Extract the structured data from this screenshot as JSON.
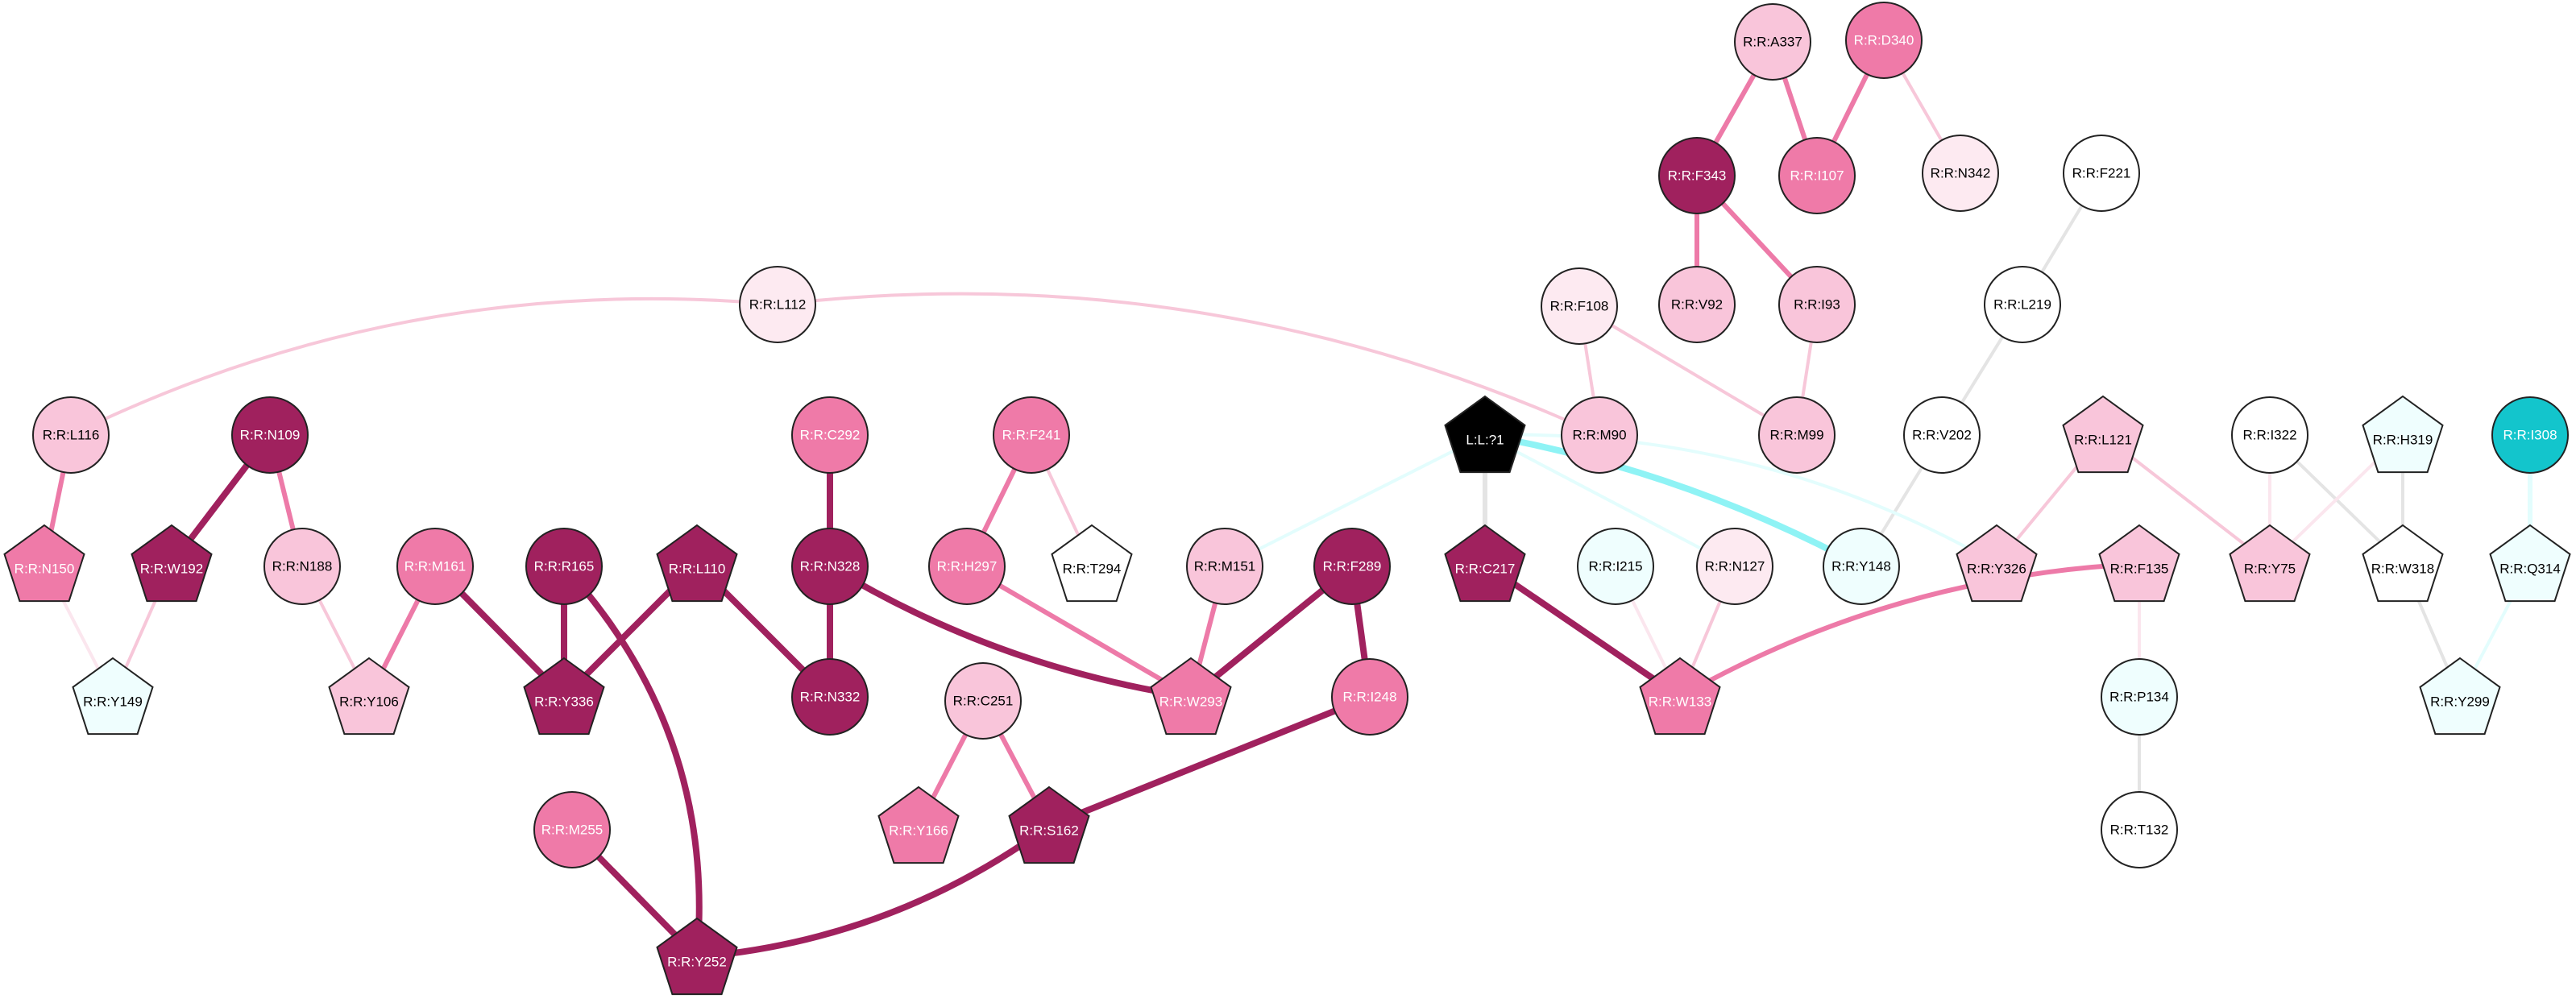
{
  "palette": {
    "dark": "#a0215e",
    "mid": "#ef7aa8",
    "light": "#f9c5da",
    "pale": "#fdeaf1",
    "white": "#ffffff",
    "cyanPale": "#effefe",
    "cyan": "#13c5cc",
    "black": "#000000",
    "edgeDark": "#a0215e",
    "edgeMid": "#ed7aa8",
    "edgeLight": "#f7c7d9",
    "edgePale": "#fbe6ee",
    "edgeGray": "#e4e4e4",
    "edgeCyan": "#8ff3f5",
    "edgeCyanPale": "#e3fdfd"
  },
  "nodes": [
    {
      "id": "R:R:A337",
      "label": "R:R:A337",
      "shape": "circle",
      "fill": "light"
    },
    {
      "id": "R:R:D340",
      "label": "R:R:D340",
      "shape": "circle",
      "fill": "mid"
    },
    {
      "id": "R:R:F343",
      "label": "R:R:F343",
      "shape": "circle",
      "fill": "dark"
    },
    {
      "id": "R:R:I107",
      "label": "R:R:I107",
      "shape": "circle",
      "fill": "mid"
    },
    {
      "id": "R:R:N342",
      "label": "R:R:N342",
      "shape": "circle",
      "fill": "pale"
    },
    {
      "id": "R:R:F221",
      "label": "R:R:F221",
      "shape": "circle",
      "fill": "white"
    },
    {
      "id": "R:R:L112",
      "label": "R:R:L112",
      "shape": "circle",
      "fill": "pale"
    },
    {
      "id": "R:R:F108",
      "label": "R:R:F108",
      "shape": "circle",
      "fill": "pale"
    },
    {
      "id": "R:R:V92",
      "label": "R:R:V92",
      "shape": "circle",
      "fill": "light"
    },
    {
      "id": "R:R:I93",
      "label": "R:R:I93",
      "shape": "circle",
      "fill": "light"
    },
    {
      "id": "R:R:L219",
      "label": "R:R:L219",
      "shape": "circle",
      "fill": "white"
    },
    {
      "id": "R:R:L116",
      "label": "R:R:L116",
      "shape": "circle",
      "fill": "light"
    },
    {
      "id": "R:R:N109",
      "label": "R:R:N109",
      "shape": "circle",
      "fill": "dark"
    },
    {
      "id": "R:R:C292",
      "label": "R:R:C292",
      "shape": "circle",
      "fill": "mid"
    },
    {
      "id": "R:R:F241",
      "label": "R:R:F241",
      "shape": "circle",
      "fill": "mid"
    },
    {
      "id": "L:L:?1",
      "label": "L:L:?1",
      "shape": "pentagon",
      "fill": "black"
    },
    {
      "id": "R:R:M90",
      "label": "R:R:M90",
      "shape": "circle",
      "fill": "light"
    },
    {
      "id": "R:R:M99",
      "label": "R:R:M99",
      "shape": "circle",
      "fill": "light"
    },
    {
      "id": "R:R:V202",
      "label": "R:R:V202",
      "shape": "circle",
      "fill": "white"
    },
    {
      "id": "R:R:L121",
      "label": "R:R:L121",
      "shape": "pentagon",
      "fill": "light"
    },
    {
      "id": "R:R:I322",
      "label": "R:R:I322",
      "shape": "circle",
      "fill": "white"
    },
    {
      "id": "R:R:H319",
      "label": "R:R:H319",
      "shape": "pentagon",
      "fill": "cyanPale"
    },
    {
      "id": "R:R:I308",
      "label": "R:R:I308",
      "shape": "circle",
      "fill": "cyan"
    },
    {
      "id": "R:R:N150",
      "label": "R:R:N150",
      "shape": "pentagon",
      "fill": "mid"
    },
    {
      "id": "R:R:W192",
      "label": "R:R:W192",
      "shape": "pentagon",
      "fill": "dark"
    },
    {
      "id": "R:R:N188",
      "label": "R:R:N188",
      "shape": "circle",
      "fill": "light"
    },
    {
      "id": "R:R:M161",
      "label": "R:R:M161",
      "shape": "circle",
      "fill": "mid"
    },
    {
      "id": "R:R:R165",
      "label": "R:R:R165",
      "shape": "circle",
      "fill": "dark"
    },
    {
      "id": "R:R:L110",
      "label": "R:R:L110",
      "shape": "pentagon",
      "fill": "dark"
    },
    {
      "id": "R:R:N328",
      "label": "R:R:N328",
      "shape": "circle",
      "fill": "dark"
    },
    {
      "id": "R:R:H297",
      "label": "R:R:H297",
      "shape": "circle",
      "fill": "mid"
    },
    {
      "id": "R:R:T294",
      "label": "R:R:T294",
      "shape": "pentagon",
      "fill": "white"
    },
    {
      "id": "R:R:M151",
      "label": "R:R:M151",
      "shape": "circle",
      "fill": "light"
    },
    {
      "id": "R:R:F289",
      "label": "R:R:F289",
      "shape": "circle",
      "fill": "dark"
    },
    {
      "id": "R:R:C217",
      "label": "R:R:C217",
      "shape": "pentagon",
      "fill": "dark"
    },
    {
      "id": "R:R:I215",
      "label": "R:R:I215",
      "shape": "circle",
      "fill": "cyanPale"
    },
    {
      "id": "R:R:N127",
      "label": "R:R:N127",
      "shape": "circle",
      "fill": "pale"
    },
    {
      "id": "R:R:Y148",
      "label": "R:R:Y148",
      "shape": "circle",
      "fill": "cyanPale"
    },
    {
      "id": "R:R:Y326",
      "label": "R:R:Y326",
      "shape": "pentagon",
      "fill": "light"
    },
    {
      "id": "R:R:F135",
      "label": "R:R:F135",
      "shape": "pentagon",
      "fill": "light"
    },
    {
      "id": "R:R:Y75",
      "label": "R:R:Y75",
      "shape": "pentagon",
      "fill": "light"
    },
    {
      "id": "R:R:W318",
      "label": "R:R:W318",
      "shape": "pentagon",
      "fill": "white"
    },
    {
      "id": "R:R:Q314",
      "label": "R:R:Q314",
      "shape": "pentagon",
      "fill": "cyanPale"
    },
    {
      "id": "R:R:Y149",
      "label": "R:R:Y149",
      "shape": "pentagon",
      "fill": "cyanPale"
    },
    {
      "id": "R:R:Y106",
      "label": "R:R:Y106",
      "shape": "pentagon",
      "fill": "light"
    },
    {
      "id": "R:R:Y336",
      "label": "R:R:Y336",
      "shape": "pentagon",
      "fill": "dark"
    },
    {
      "id": "R:R:N332",
      "label": "R:R:N332",
      "shape": "circle",
      "fill": "dark"
    },
    {
      "id": "R:R:C251",
      "label": "R:R:C251",
      "shape": "circle",
      "fill": "light"
    },
    {
      "id": "R:R:W293",
      "label": "R:R:W293",
      "shape": "pentagon",
      "fill": "mid"
    },
    {
      "id": "R:R:I248",
      "label": "R:R:I248",
      "shape": "circle",
      "fill": "mid"
    },
    {
      "id": "R:R:W133",
      "label": "R:R:W133",
      "shape": "pentagon",
      "fill": "mid"
    },
    {
      "id": "R:R:P134",
      "label": "R:R:P134",
      "shape": "circle",
      "fill": "cyanPale"
    },
    {
      "id": "R:R:Y299",
      "label": "R:R:Y299",
      "shape": "pentagon",
      "fill": "cyanPale"
    },
    {
      "id": "R:R:Y166",
      "label": "R:R:Y166",
      "shape": "pentagon",
      "fill": "mid"
    },
    {
      "id": "R:R:S162",
      "label": "R:R:S162",
      "shape": "pentagon",
      "fill": "dark"
    },
    {
      "id": "R:R:M255",
      "label": "R:R:M255",
      "shape": "circle",
      "fill": "mid"
    },
    {
      "id": "R:R:T132",
      "label": "R:R:T132",
      "shape": "circle",
      "fill": "white"
    },
    {
      "id": "R:R:Y252",
      "label": "R:R:Y252",
      "shape": "pentagon",
      "fill": "dark"
    }
  ],
  "edges": [
    {
      "from": "R:R:A337",
      "to": "R:R:F343",
      "color": "edgeMid",
      "weight": 3
    },
    {
      "from": "R:R:A337",
      "to": "R:R:I107",
      "color": "edgeMid",
      "weight": 3
    },
    {
      "from": "R:R:D340",
      "to": "R:R:I107",
      "color": "edgeMid",
      "weight": 3
    },
    {
      "from": "R:R:D340",
      "to": "R:R:N342",
      "color": "edgeLight",
      "weight": 2
    },
    {
      "from": "R:R:F343",
      "to": "R:R:V92",
      "color": "edgeMid",
      "weight": 3
    },
    {
      "from": "R:R:F343",
      "to": "R:R:I93",
      "color": "edgeMid",
      "weight": 3
    },
    {
      "from": "R:R:I93",
      "to": "R:R:M99",
      "color": "edgeLight",
      "weight": 2
    },
    {
      "from": "R:R:F108",
      "to": "R:R:M90",
      "color": "edgeLight",
      "weight": 2
    },
    {
      "from": "R:R:F108",
      "to": "R:R:M99",
      "color": "edgeLight",
      "weight": 2
    },
    {
      "from": "R:R:F221",
      "to": "R:R:L219",
      "color": "edgeGray",
      "weight": 2
    },
    {
      "from": "R:R:L219",
      "to": "R:R:V202",
      "color": "edgeGray",
      "weight": 2
    },
    {
      "from": "R:R:V202",
      "to": "R:R:Y148",
      "color": "edgeGray",
      "weight": 2
    },
    {
      "from": "R:R:L112",
      "to": "R:R:L116",
      "color": "edgeLight",
      "weight": 2,
      "curve": 14
    },
    {
      "from": "R:R:L112",
      "to": "R:R:M90",
      "color": "edgeLight",
      "weight": 2,
      "curve": -14
    },
    {
      "from": "R:R:L116",
      "to": "R:R:N150",
      "color": "edgeMid",
      "weight": 3
    },
    {
      "from": "R:R:N150",
      "to": "R:R:Y149",
      "color": "edgePale",
      "weight": 2
    },
    {
      "from": "R:R:N109",
      "to": "R:R:W192",
      "color": "edgeDark",
      "weight": 4
    },
    {
      "from": "R:R:N109",
      "to": "R:R:N188",
      "color": "edgeMid",
      "weight": 3
    },
    {
      "from": "R:R:W192",
      "to": "R:R:Y149",
      "color": "edgeLight",
      "weight": 2
    },
    {
      "from": "R:R:N188",
      "to": "R:R:Y106",
      "color": "edgeLight",
      "weight": 2
    },
    {
      "from": "R:R:M161",
      "to": "R:R:Y106",
      "color": "edgeMid",
      "weight": 3
    },
    {
      "from": "R:R:M161",
      "to": "R:R:Y336",
      "color": "edgeDark",
      "weight": 4
    },
    {
      "from": "R:R:R165",
      "to": "R:R:Y336",
      "color": "edgeDark",
      "weight": 4
    },
    {
      "from": "R:R:L110",
      "to": "R:R:Y336",
      "color": "edgeDark",
      "weight": 4
    },
    {
      "from": "R:R:L110",
      "to": "R:R:N332",
      "color": "edgeDark",
      "weight": 4
    },
    {
      "from": "R:R:R165",
      "to": "R:R:Y252",
      "color": "edgeDark",
      "weight": 4,
      "curve": -22
    },
    {
      "from": "R:R:C292",
      "to": "R:R:N328",
      "color": "edgeDark",
      "weight": 4
    },
    {
      "from": "R:R:N328",
      "to": "R:R:N332",
      "color": "edgeDark",
      "weight": 4
    },
    {
      "from": "R:R:N328",
      "to": "R:R:W293",
      "color": "edgeDark",
      "weight": 4,
      "curve": 10
    },
    {
      "from": "R:R:F241",
      "to": "R:R:H297",
      "color": "edgeMid",
      "weight": 3
    },
    {
      "from": "R:R:F241",
      "to": "R:R:T294",
      "color": "edgeLight",
      "weight": 2
    },
    {
      "from": "R:R:H297",
      "to": "R:R:W293",
      "color": "edgeMid",
      "weight": 3
    },
    {
      "from": "R:R:M151",
      "to": "R:R:W293",
      "color": "edgeMid",
      "weight": 3
    },
    {
      "from": "R:R:F289",
      "to": "R:R:W293",
      "color": "edgeDark",
      "weight": 4
    },
    {
      "from": "R:R:F289",
      "to": "R:R:I248",
      "color": "edgeDark",
      "weight": 4
    },
    {
      "from": "R:R:I248",
      "to": "R:R:S162",
      "color": "edgeDark",
      "weight": 4
    },
    {
      "from": "R:R:C251",
      "to": "R:R:Y166",
      "color": "edgeMid",
      "weight": 3
    },
    {
      "from": "R:R:C251",
      "to": "R:R:S162",
      "color": "edgeMid",
      "weight": 3
    },
    {
      "from": "R:R:S162",
      "to": "R:R:Y252",
      "color": "edgeDark",
      "weight": 4,
      "curve": -14
    },
    {
      "from": "R:R:M255",
      "to": "R:R:Y252",
      "color": "edgeDark",
      "weight": 4
    },
    {
      "from": "L:L:?1",
      "to": "R:R:M151",
      "color": "edgeCyanPale",
      "weight": 2
    },
    {
      "from": "L:L:?1",
      "to": "R:R:C217",
      "color": "edgeGray",
      "weight": 3
    },
    {
      "from": "L:L:?1",
      "to": "R:R:Y148",
      "color": "edgeCyan",
      "weight": 4,
      "curve": -8
    },
    {
      "from": "L:L:?1",
      "to": "R:R:N127",
      "color": "edgeCyanPale",
      "weight": 2
    },
    {
      "from": "L:L:?1",
      "to": "R:R:Y326",
      "color": "edgeCyanPale",
      "weight": 2,
      "curve": -14
    },
    {
      "from": "R:R:C217",
      "to": "R:R:W133",
      "color": "edgeDark",
      "weight": 4
    },
    {
      "from": "R:R:I215",
      "to": "R:R:W133",
      "color": "edgePale",
      "weight": 2
    },
    {
      "from": "R:R:N127",
      "to": "R:R:W133",
      "color": "edgeLight",
      "weight": 2
    },
    {
      "from": "R:R:F135",
      "to": "R:R:W133",
      "color": "edgeMid",
      "weight": 3,
      "curve": 12
    },
    {
      "from": "R:R:L121",
      "to": "R:R:Y326",
      "color": "edgeLight",
      "weight": 2
    },
    {
      "from": "R:R:L121",
      "to": "R:R:Y75",
      "color": "edgeLight",
      "weight": 2
    },
    {
      "from": "R:R:F135",
      "to": "R:R:P134",
      "color": "edgePale",
      "weight": 2
    },
    {
      "from": "R:R:P134",
      "to": "R:R:T132",
      "color": "edgeGray",
      "weight": 2
    },
    {
      "from": "R:R:I322",
      "to": "R:R:Y75",
      "color": "edgePale",
      "weight": 2
    },
    {
      "from": "R:R:I322",
      "to": "R:R:W318",
      "color": "edgeGray",
      "weight": 2
    },
    {
      "from": "R:R:H319",
      "to": "R:R:Y75",
      "color": "edgePale",
      "weight": 2
    },
    {
      "from": "R:R:H319",
      "to": "R:R:W318",
      "color": "edgeGray",
      "weight": 2
    },
    {
      "from": "R:R:W318",
      "to": "R:R:Y299",
      "color": "edgeGray",
      "weight": 2
    },
    {
      "from": "R:R:I308",
      "to": "R:R:Q314",
      "color": "edgeCyanPale",
      "weight": 3
    },
    {
      "from": "R:R:Q314",
      "to": "R:R:Y299",
      "color": "edgeCyanPale",
      "weight": 2
    }
  ]
}
